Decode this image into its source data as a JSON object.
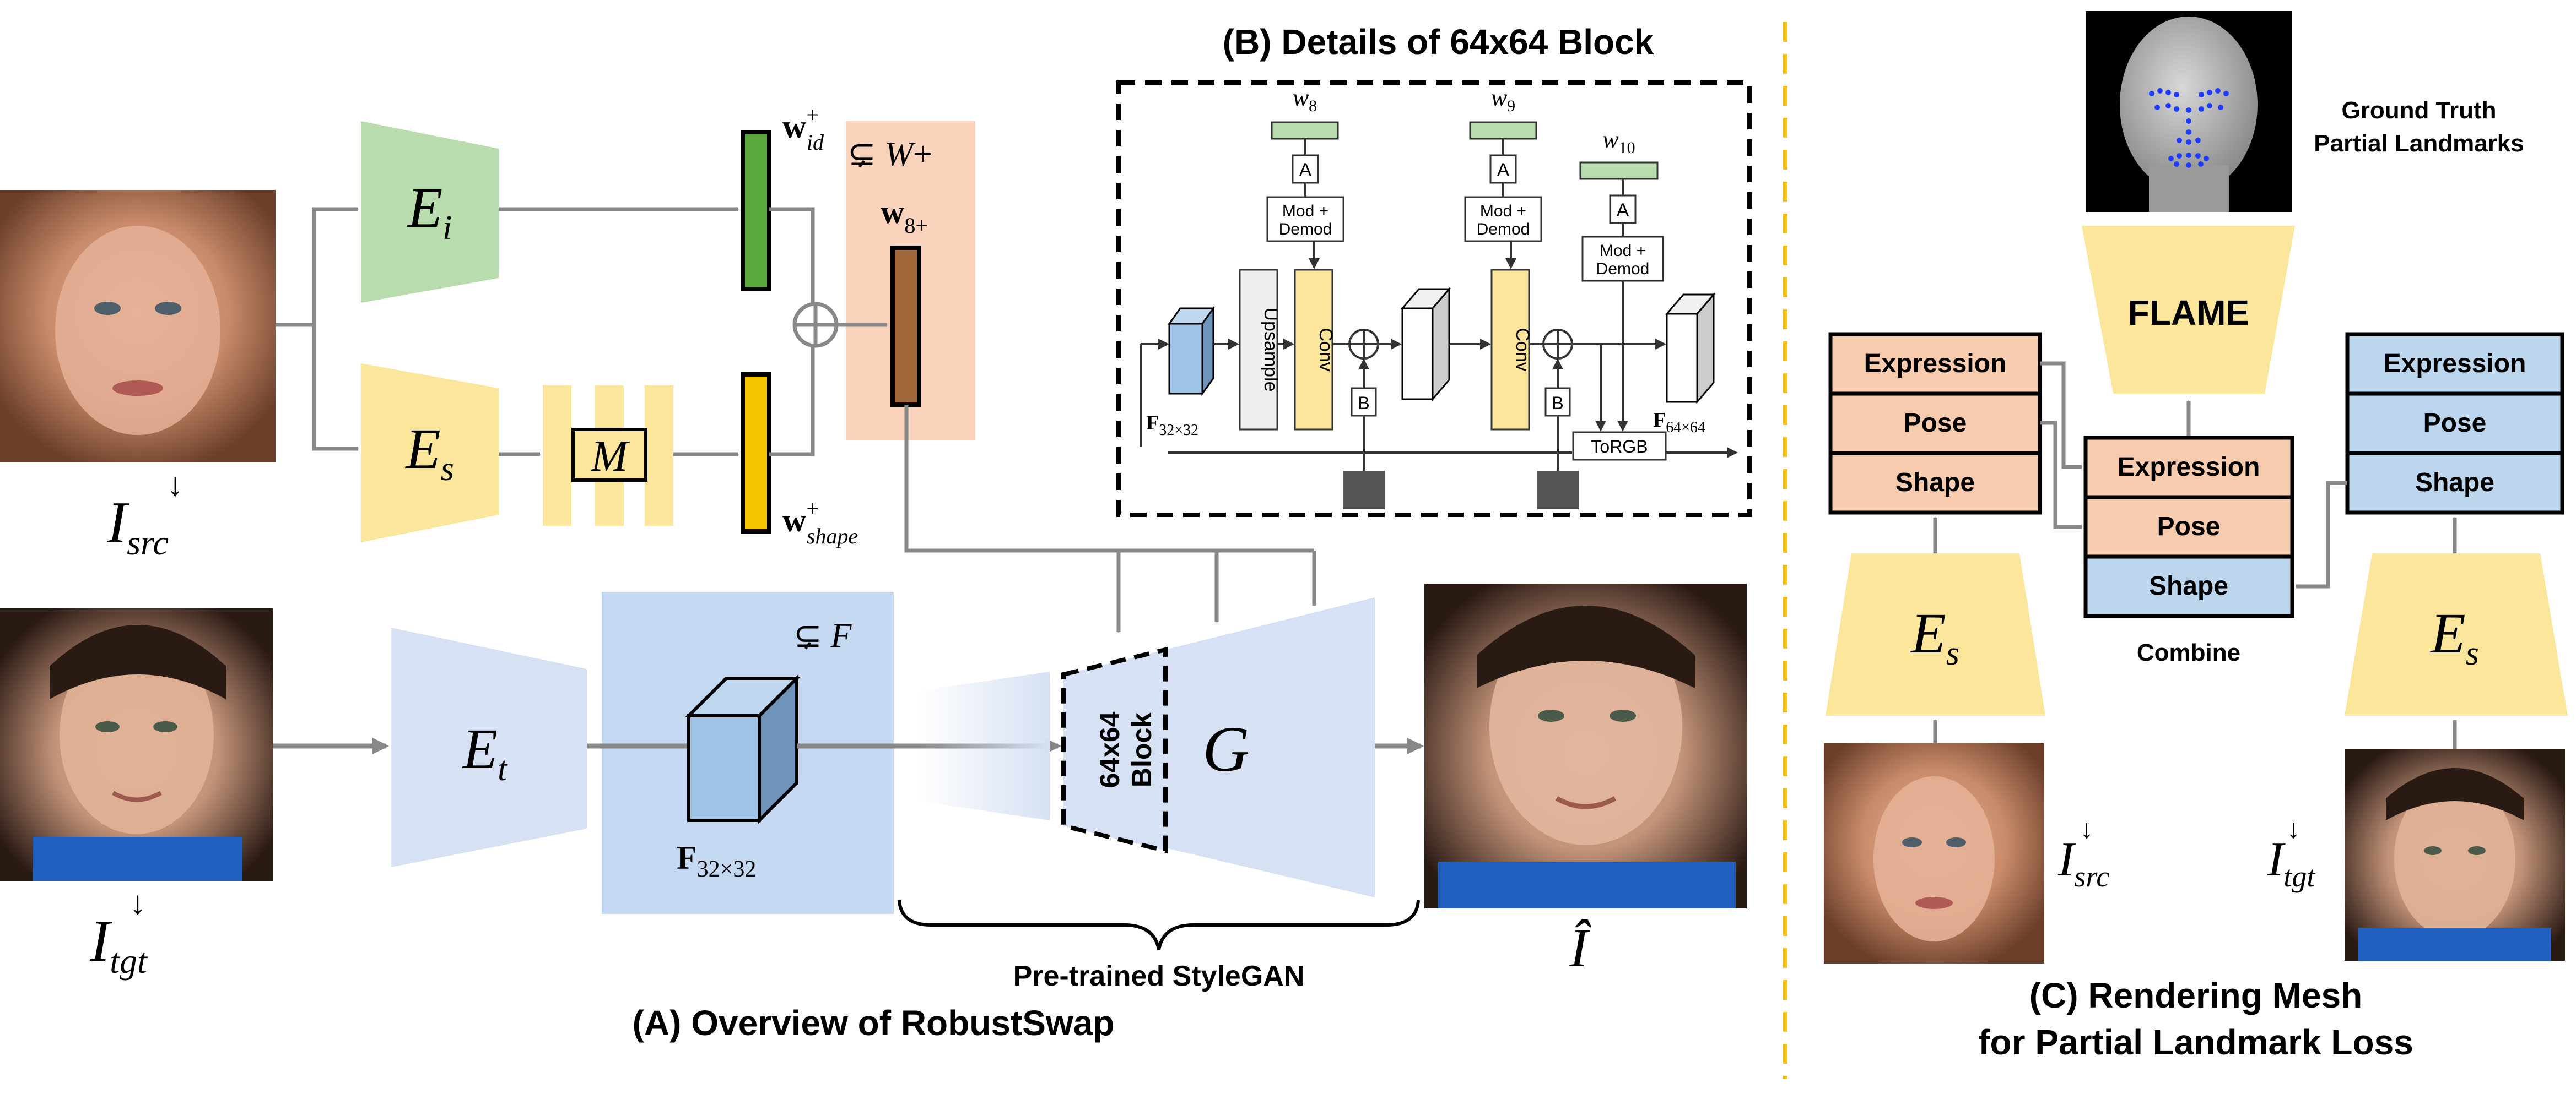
{
  "panel_a": {
    "caption": "(A) Overview of RobustSwap",
    "encoders": {
      "identity": "E_i",
      "shape": "E_s",
      "target": "E_t"
    },
    "mapper": "M",
    "inputs": {
      "source": "I↓src",
      "target": "I↓tgt"
    },
    "latents": {
      "w_id": "w+id",
      "w_shape": "w+shape",
      "w8": "w8+",
      "subset_w": "⊊ W+",
      "subset_f": "⊊ F",
      "feature": "F32×32"
    },
    "generator": {
      "block_label": "64x64 Block",
      "name": "G",
      "brace_label": "Pre-trained StyleGAN"
    },
    "output": "Î"
  },
  "panel_b": {
    "title": "(B) Details of 64x64 Block",
    "styles": [
      "w8",
      "w9",
      "w10"
    ],
    "affine": "A",
    "moddemod": "Mod + Demod",
    "upsample": "Upsample",
    "conv": "Conv",
    "noise_b": "B",
    "torgb": "ToRGB",
    "f_in": "F32×32",
    "f_out": "F64×64"
  },
  "panel_c": {
    "caption_line1": "(C) Rendering Mesh",
    "caption_line2": "for Partial Landmark Loss",
    "gt_line1": "Ground Truth",
    "gt_line2": "Partial Landmarks",
    "flame": "FLAME",
    "combine": "Combine",
    "params": [
      "Expression",
      "Pose",
      "Shape"
    ],
    "encoder": "E_s",
    "inputs": {
      "source": "I↓src",
      "target": "I↓tgt"
    }
  },
  "colors": {
    "green": "#b8dcae",
    "yellow": "#fbe69c",
    "lightblue": "#d6e1f3",
    "peach": "#f9d3bb",
    "salmon": "#f7ccae",
    "paramblue": "#bcd6ee",
    "divider": "#f2c21b"
  }
}
